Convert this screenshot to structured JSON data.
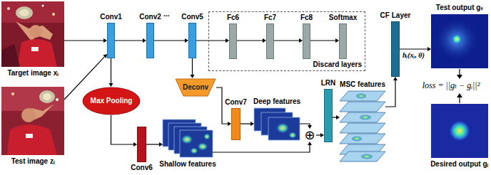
{
  "diagram": {
    "nodes": [
      {
        "text": [
          "Target image xᵢ"
        ]
      },
      {
        "text": [
          "Test image zᵢ"
        ]
      },
      {
        "text": [
          "Conv1"
        ]
      },
      {
        "text": [
          "Conv2"
        ]
      },
      {
        "text": [
          "Conv5"
        ]
      },
      {
        "text": [
          "Discard layers"
        ]
      },
      {
        "text": [
          "Fc6"
        ],
        "in": 5
      },
      {
        "text": [
          "Fc7"
        ],
        "in": 5
      },
      {
        "text": [
          "Fc8"
        ],
        "in": 5
      },
      {
        "text": [
          "Softmax"
        ],
        "in": 5
      },
      {
        "text": [
          "CF Layer"
        ]
      },
      {
        "text": [
          "Test output gₜ"
        ]
      },
      {
        "text": [
          "Max Pooling"
        ]
      },
      {
        "text": [
          "Conv6"
        ]
      },
      {
        "text": [
          "Shallow features"
        ]
      },
      {
        "text": [
          "Deconv"
        ]
      },
      {
        "text": [
          "Conv7"
        ]
      },
      {
        "text": [
          "Deep features"
        ]
      },
      {
        "text": [
          "⊕"
        ]
      },
      {
        "text": [
          "LRN"
        ]
      },
      {
        "text": [
          "MSC features"
        ]
      },
      {
        "text": [
          "Desired output gᵢ"
        ]
      }
    ],
    "edges": [
      {
        "from": 0,
        "to": 2,
        "arrow": "to"
      },
      {
        "from": 1,
        "to": 2,
        "arrow": "to"
      },
      {
        "from": 2,
        "to": 3,
        "arrow": "to"
      },
      {
        "from": 3,
        "to": 4,
        "arrow": "to"
      },
      {
        "from": 4,
        "to": 6,
        "arrow": "to"
      },
      {
        "from": 6,
        "to": 7,
        "arrow": "to"
      },
      {
        "from": 7,
        "to": 8,
        "arrow": "to"
      },
      {
        "from": 8,
        "to": 9,
        "arrow": "to"
      },
      {
        "from": 2,
        "to": 12,
        "arrow": "to"
      },
      {
        "from": 12,
        "to": 13,
        "arrow": "to"
      },
      {
        "from": 13,
        "to": 14,
        "arrow": "to"
      },
      {
        "from": 4,
        "to": 15,
        "arrow": "to"
      },
      {
        "from": 15,
        "to": 16,
        "arrow": "to"
      },
      {
        "from": 16,
        "to": 17,
        "arrow": "to"
      },
      {
        "from": 14,
        "to": 18,
        "arrow": "to"
      },
      {
        "from": 17,
        "to": 18,
        "arrow": "to"
      },
      {
        "from": 18,
        "to": 19,
        "arrow": "to"
      },
      {
        "from": 19,
        "to": 20,
        "arrow": "to"
      },
      {
        "from": 20,
        "to": 10,
        "arrow": "to"
      },
      {
        "from": 10,
        "to": 11,
        "label": "hᵢ(xᵢ, θ)",
        "arrow": "to"
      }
    ],
    "labels": [
      "...",
      "loss = ||gₜ − gᵢ||²"
    ]
  }
}
